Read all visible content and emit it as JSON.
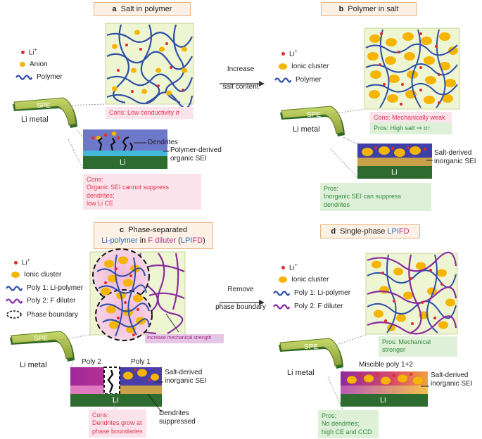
{
  "panels": {
    "a": {
      "letter": "a",
      "title": "Salt in polymer"
    },
    "b": {
      "letter": "b",
      "title": "Polymer in salt"
    },
    "c": {
      "letter": "c",
      "title_line1": "Phase-separated",
      "title_li": "Li-polymer",
      "title_in": " in ",
      "title_f": "F diluter",
      "title_open": " (",
      "title_lpi": "LPI",
      "title_fd": "FD",
      "title_close": ")"
    },
    "d": {
      "letter": "d",
      "title_prefix": "Single-phase ",
      "title_lpi": "LPI",
      "title_fd": "FD"
    }
  },
  "legend_a": {
    "li": "Li",
    "li_sup": "+",
    "anion": "Anion",
    "polymer": "Polymer"
  },
  "legend_b": {
    "li": "Li",
    "li_sup": "+",
    "cluster": "Ionic cluster",
    "polymer": "Polymer"
  },
  "legend_c": {
    "li": "Li",
    "li_sup": "+",
    "cluster": "Ionic cluster",
    "poly1": "Poly 1: Li-polymer",
    "poly2": "Poly 2: F diluter",
    "boundary": "Phase boundary"
  },
  "legend_d": {
    "li": "Li",
    "li_sup": "+",
    "cluster": "Ionic cluster",
    "poly1": "Poly 1: Li-polymer",
    "poly2": "Poly 2: F diluter"
  },
  "arrows": {
    "ab_line1": "Increase",
    "ab_line2": "salt content",
    "cd_line1": "Remove",
    "cd_line2": "phase boundary"
  },
  "labels": {
    "spe": "SPE",
    "li_metal": "Li metal",
    "li": "Li",
    "dendrites": "Dendrites",
    "polymer_sei_1": "Polymer-derived",
    "polymer_sei_2": "organic  SEI",
    "salt_sei_1": "Salt-derived",
    "salt_sei_2": "inorganic SEI",
    "poly2": "Poly 2",
    "poly1": "Poly 1",
    "miscible": "Miscible poly 1+2",
    "dendrites_supp_1": "Dendrites",
    "dendrites_supp_2": "suppressed"
  },
  "notes": {
    "a_cons": "Cons: Low conductivity σ",
    "a_cons2_1": "Cons:",
    "a_cons2_2": "Organic SEI cannot suppress dendrites;",
    "a_cons2_3": "low Li CE",
    "b_cons": "Cons: Mechanically weak",
    "b_pros": "Pros: High salt ⇒ σ↑",
    "b_pros2_1": "Pros:",
    "b_pros2_2": "Inorganic SEI can suppress dendrites",
    "c_strength": "Increase mechanical strength",
    "c_cons_1": "Cons:",
    "c_cons_2": "Dendrites grow at",
    "c_cons_3": "phase boundaries",
    "d_pros": "Pros: Mechanical stronger",
    "d_pros2_1": "Pros:",
    "d_pros2_2": "No dendrites;",
    "d_pros2_3": "high CE and CCD"
  }
}
